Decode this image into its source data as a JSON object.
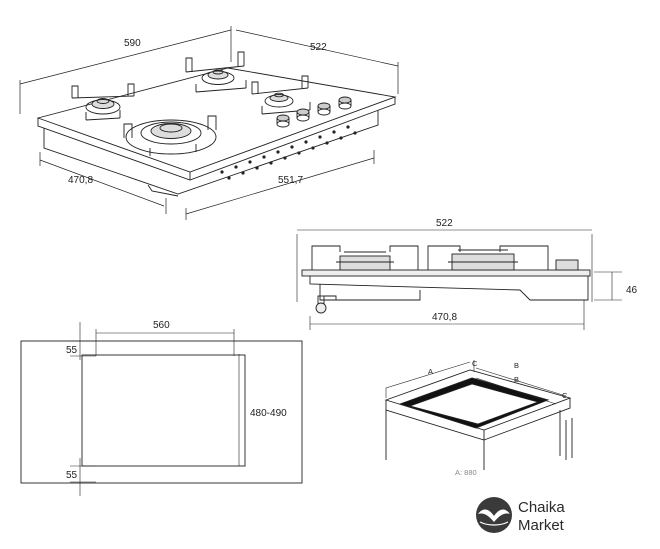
{
  "top_view": {
    "dim_width": "590",
    "dim_depth": "522",
    "dim_bottom_depth": "470,8",
    "dim_bottom_width": "551,7"
  },
  "side_view": {
    "dim_top": "522",
    "dim_height": "46",
    "dim_bottom": "470,8"
  },
  "cutout_view": {
    "dim_width": "560",
    "dim_depth": "480-490",
    "dim_top_margin": "55",
    "dim_bottom_margin": "55"
  },
  "install_view": {
    "label_a": "A",
    "label_b1": "B",
    "label_b2": "B",
    "label_c1": "C",
    "label_c2": "C",
    "footnote": "A: 880"
  },
  "logo": {
    "line1": "Chaika",
    "line2": "Market",
    "bg_color": "#3a3a3a"
  }
}
